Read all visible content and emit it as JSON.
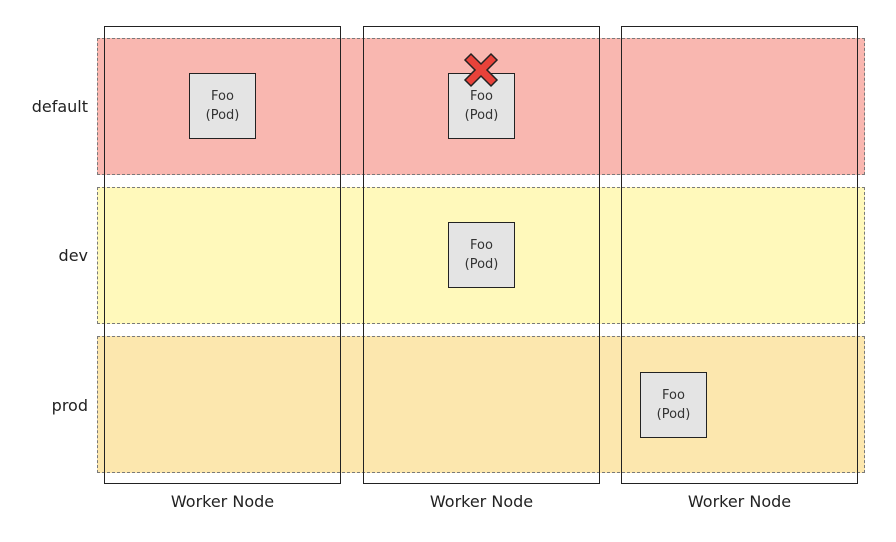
{
  "colors": {
    "default_band": "#f7a59c",
    "dev_band": "#fff8b0",
    "prod_band": "#fbe19a",
    "pod_fill": "#e4e4e4",
    "x_mark": "#e8423a"
  },
  "namespaces": [
    {
      "label": "default"
    },
    {
      "label": "dev"
    },
    {
      "label": "prod"
    }
  ],
  "nodes": [
    {
      "label": "Worker Node"
    },
    {
      "label": "Worker Node"
    },
    {
      "label": "Worker Node"
    }
  ],
  "pods": [
    {
      "name": "Foo",
      "kind": "(Pod)",
      "namespace": "default",
      "node": 1
    },
    {
      "name": "Foo",
      "kind": "(Pod)",
      "namespace": "default",
      "node": 2,
      "marked_failed": true,
      "icon": "x-mark-icon"
    },
    {
      "name": "Foo",
      "kind": "(Pod)",
      "namespace": "dev",
      "node": 2
    },
    {
      "name": "Foo",
      "kind": "(Pod)",
      "namespace": "prod",
      "node": 3
    }
  ]
}
